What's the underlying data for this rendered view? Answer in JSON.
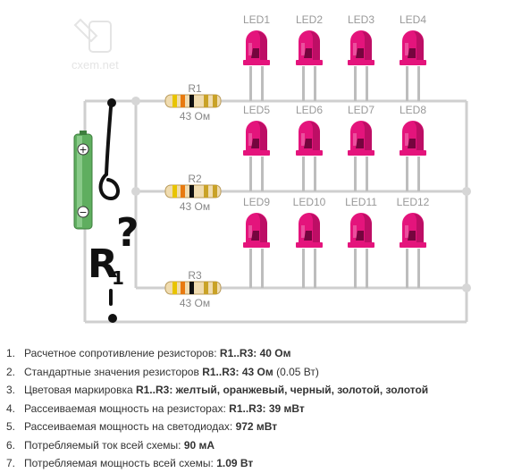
{
  "watermark": "cxem.net",
  "handwriting": {
    "symbol": "?",
    "text": "R",
    "subscript": "1"
  },
  "leds": [
    {
      "label": "LED1"
    },
    {
      "label": "LED2"
    },
    {
      "label": "LED3"
    },
    {
      "label": "LED4"
    },
    {
      "label": "LED5"
    },
    {
      "label": "LED6"
    },
    {
      "label": "LED7"
    },
    {
      "label": "LED8"
    },
    {
      "label": "LED9"
    },
    {
      "label": "LED10"
    },
    {
      "label": "LED11"
    },
    {
      "label": "LED12"
    }
  ],
  "resistors": [
    {
      "label": "R1",
      "value": "43 Ом"
    },
    {
      "label": "R2",
      "value": "43 Ом"
    },
    {
      "label": "R3",
      "value": "43 Ом"
    }
  ],
  "battery": {
    "plus": "+",
    "minus": "−"
  },
  "results": [
    {
      "num": "1.",
      "label": "Расчетное сопротивление резисторов: ",
      "value": "R1..R3: 40 Ом"
    },
    {
      "num": "2.",
      "label": "Стандартные значения резисторов ",
      "value": "R1..R3: 43 Ом",
      "suffix": " (0.05 Вт)"
    },
    {
      "num": "3.",
      "label": "Цветовая маркировка ",
      "value": "R1..R3: желтый, оранжевый, черный, золотой, золотой"
    },
    {
      "num": "4.",
      "label": "Рассеиваемая мощность на резисторах: ",
      "value": "R1..R3: 39 мВт"
    },
    {
      "num": "5.",
      "label": "Рассеиваемая мощность на светодиодах: ",
      "value": "972 мВт"
    },
    {
      "num": "6.",
      "label": "Потребляемый ток всей схемы: ",
      "value": "90 мА"
    },
    {
      "num": "7.",
      "label": "Потребляемая мощность всей схемы: ",
      "value": "1.09 Вт"
    }
  ],
  "colors": {
    "wire": "#cfcfcf",
    "led": "#e4147c",
    "led_shadow": "#9c0a52",
    "led_dark": "#50002a",
    "battery": "#6abb6a",
    "ink": "#111111",
    "band_yellow": "#e8c400",
    "band_orange": "#e87a10",
    "band_black": "#111111",
    "band_gold": "#c9a227",
    "resistor_body": "#f0dcb0"
  }
}
